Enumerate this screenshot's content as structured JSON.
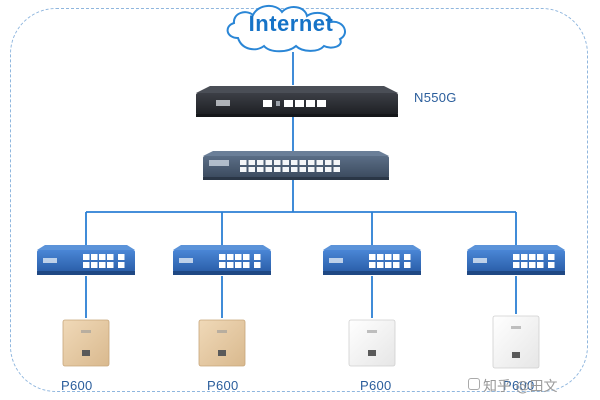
{
  "internet_label": "Internet",
  "router_model": "N550G",
  "access_point_label": "P600",
  "watermark_text": "知乎 @田文",
  "device_count": {
    "poe_switches": 4,
    "access_points": 4
  },
  "colors": {
    "cloud_stroke": "#2a86d6",
    "link_line": "#2b7fd4",
    "switch_blue": "#2f67b5",
    "router_body": "#2a2c31",
    "ap_gold": "#e4c9a3",
    "ap_white": "#f4f4f4"
  },
  "icons": [
    "cloud-icon",
    "router-icon",
    "switch-icon",
    "access-point-icon"
  ]
}
